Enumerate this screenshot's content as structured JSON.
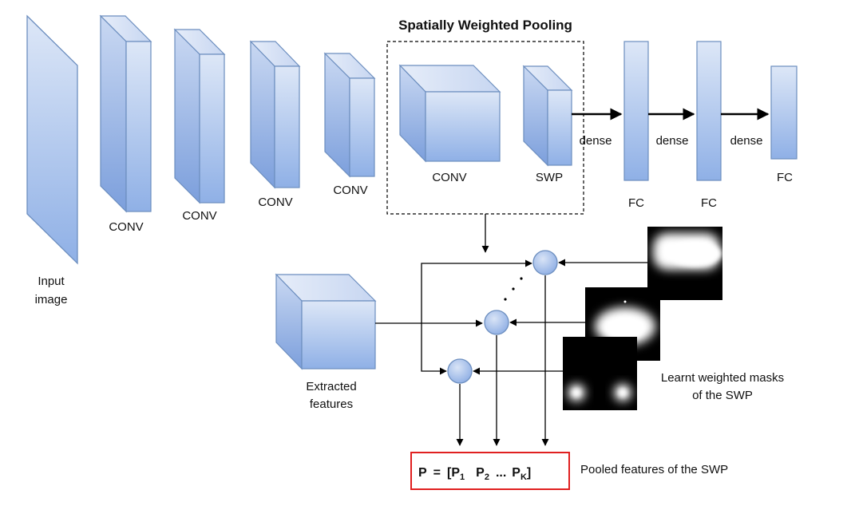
{
  "title": "Spatially Weighted Pooling",
  "labels": {
    "input": [
      "Input",
      "image"
    ],
    "conv": "CONV",
    "swp": "SWP",
    "dense": "dense",
    "fc": "FC",
    "extracted": [
      "Extracted",
      "features"
    ],
    "masks": [
      "Learnt weighted masks",
      "of the SWP"
    ],
    "pooled": "Pooled features of the SWP"
  },
  "formula": {
    "lhs": "P",
    "eq": "=",
    "open": "[P",
    "s1": "1",
    "p2": "P",
    "s2": "2",
    "dots": "...",
    "pk": "P",
    "sk": "K",
    "close": "]"
  },
  "colors": {
    "box_fill": "#c5d6f2",
    "box_side": "#9cb6e4",
    "box_stroke": "#6c8ebf",
    "highlight": "#e02020"
  }
}
